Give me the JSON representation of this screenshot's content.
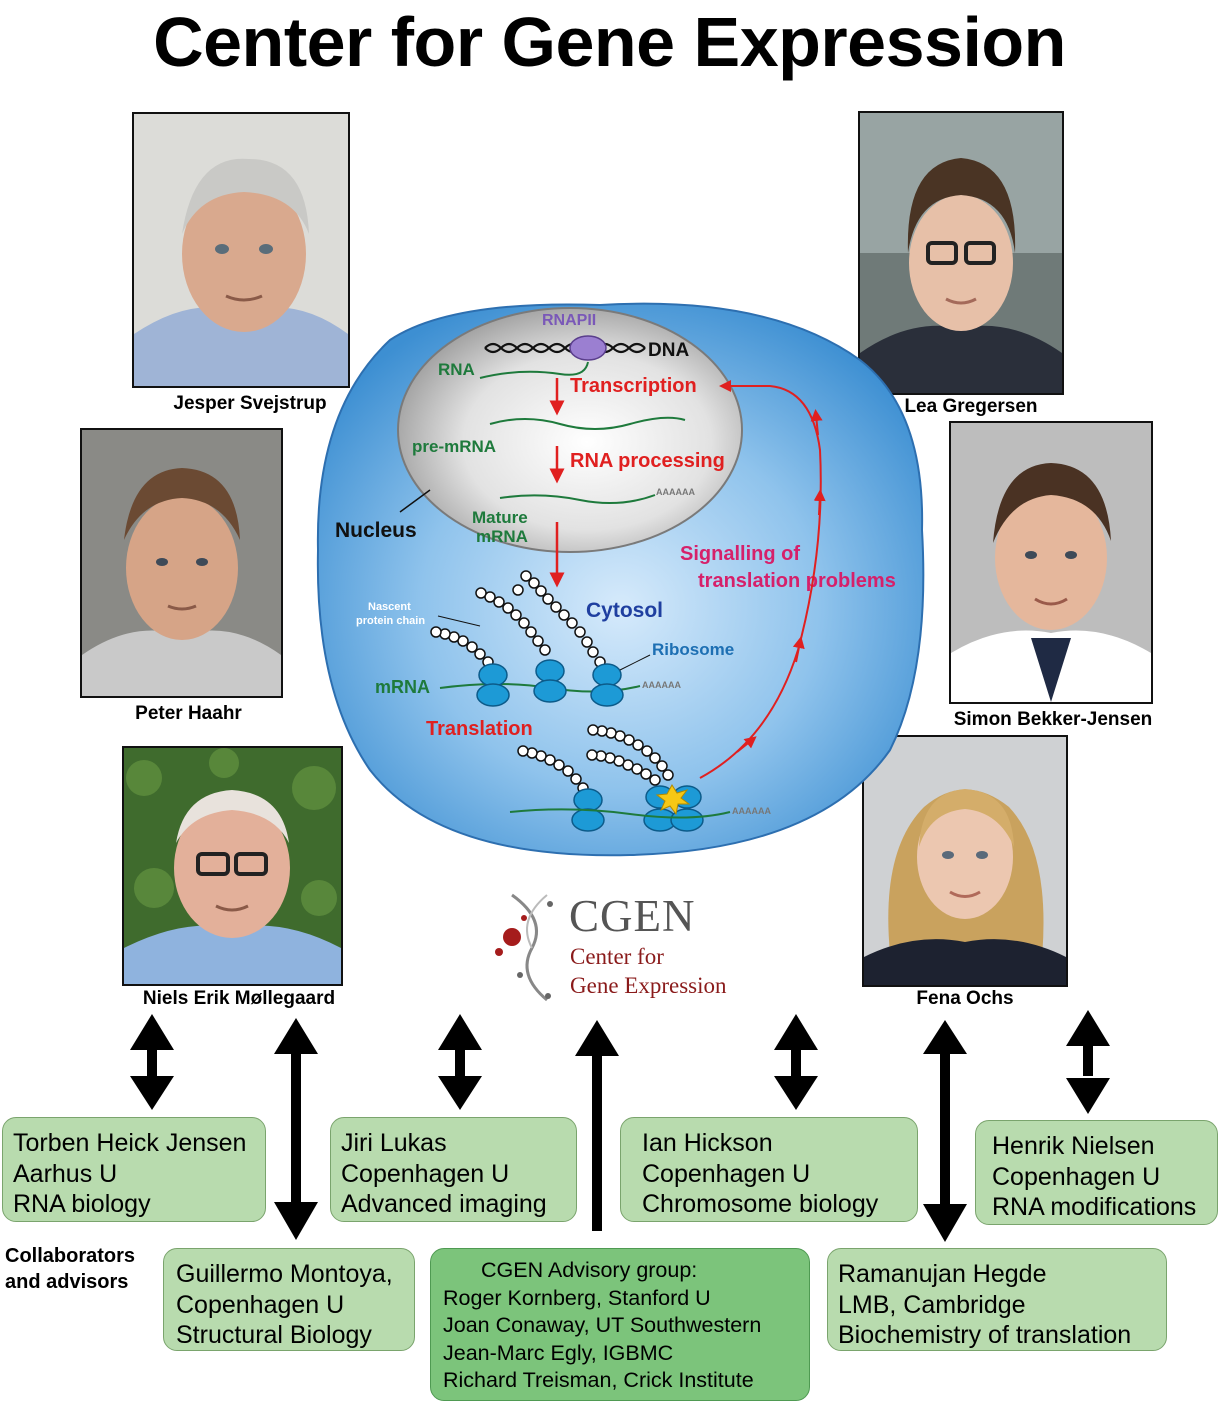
{
  "title": "Center for Gene Expression",
  "people": [
    {
      "name": "Jesper Svejstrup"
    },
    {
      "name": "Peter Haahr"
    },
    {
      "name": "Niels Erik Møllegaard"
    },
    {
      "name": "Lea Gregersen"
    },
    {
      "name": "Simon Bekker-Jensen"
    },
    {
      "name": "Fena Ochs"
    }
  ],
  "cell": {
    "rnapii": "RNAPII",
    "dna": "DNA",
    "rna": "RNA",
    "transcription": "Transcription",
    "pre_mrna": "pre-mRNA",
    "rna_processing": "RNA processing",
    "nucleus": "Nucleus",
    "mature": "Mature",
    "mature_mrna": "mRNA",
    "signalling_line1": "Signalling of",
    "signalling_line2": "translation problems",
    "nascent_line1": "Nascent",
    "nascent_line2": "protein chain",
    "cytosol": "Cytosol",
    "ribosome": "Ribosome",
    "mrna": "mRNA",
    "translation": "Translation",
    "polya": "AAAAAA"
  },
  "logo": {
    "name": "CGEN",
    "line1": "Center for",
    "line2": "Gene Expression"
  },
  "collaborators_label": [
    "Collaborators",
    "and advisors"
  ],
  "collaborators": [
    {
      "lines": [
        "Torben Heick Jensen",
        "Aarhus U",
        "RNA biology"
      ]
    },
    {
      "lines": [
        "Jiri Lukas",
        "Copenhagen U",
        "Advanced imaging"
      ]
    },
    {
      "lines": [
        "Ian Hickson",
        "Copenhagen U",
        "Chromosome biology"
      ]
    },
    {
      "lines": [
        "Henrik Nielsen",
        "Copenhagen U",
        "RNA modifications"
      ]
    },
    {
      "lines": [
        "Guillermo Montoya,",
        "Copenhagen U",
        "Structural Biology"
      ]
    },
    {
      "lines": [
        "Ramanujan Hegde",
        "LMB, Cambridge",
        "Biochemistry of translation"
      ]
    }
  ],
  "advisory": {
    "header": "CGEN Advisory group:",
    "members": [
      "Roger Kornberg, Stanford U",
      "Joan Conaway, UT Southwestern",
      "Jean-Marc Egly, IGBMC",
      "Richard Treisman, Crick Institute"
    ]
  }
}
